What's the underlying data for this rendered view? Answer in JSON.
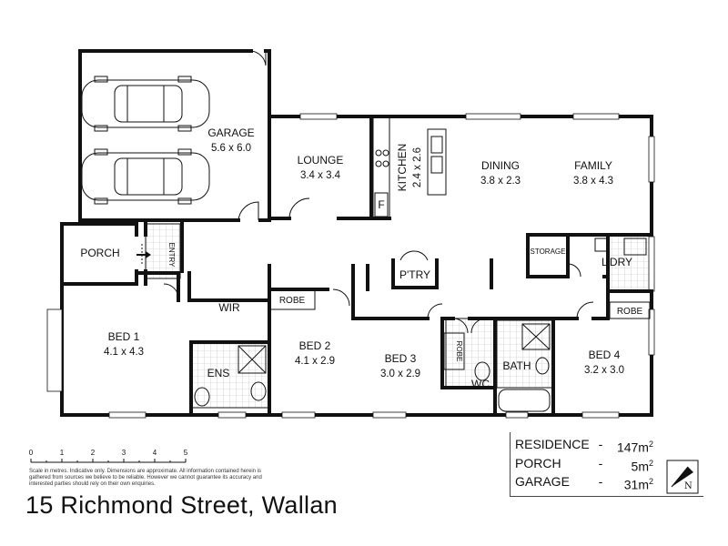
{
  "rooms": {
    "garage": {
      "name": "GARAGE",
      "dims": "5.6 x 6.0"
    },
    "lounge": {
      "name": "LOUNGE",
      "dims": "3.4 x 3.4"
    },
    "kitchen": {
      "name": "KITCHEN",
      "dims": "2.4 x 2.6"
    },
    "dining": {
      "name": "DINING",
      "dims": "3.8 x 2.3"
    },
    "family": {
      "name": "FAMILY",
      "dims": "3.8 x 4.3"
    },
    "porch": {
      "name": "PORCH"
    },
    "entry": {
      "name": "ENTRY"
    },
    "pantry": {
      "name": "P'TRY"
    },
    "storage": {
      "name": "STORAGE"
    },
    "laundry": {
      "name": "L'DRY"
    },
    "robe_main": {
      "name": "ROBE"
    },
    "robe_bed3": {
      "name": "ROBE"
    },
    "robe_bed4": {
      "name": "ROBE"
    },
    "wir": {
      "name": "WIR"
    },
    "bed1": {
      "name": "BED 1",
      "dims": "4.1 x 4.3"
    },
    "ens": {
      "name": "ENS"
    },
    "bed2": {
      "name": "BED 2",
      "dims": "4.1 x 2.9"
    },
    "bed3": {
      "name": "BED 3",
      "dims": "3.0 x 2.9"
    },
    "wc": {
      "name": "WC"
    },
    "bath": {
      "name": "BATH"
    },
    "bed4": {
      "name": "BED 4",
      "dims": "3.2 x 3.0"
    },
    "fridge": {
      "name": "F"
    }
  },
  "scale": {
    "ticks": [
      "0",
      "1",
      "2",
      "3",
      "4",
      "5"
    ]
  },
  "disclaimer": "Scale in metres. Indicative only. Dimensions are approximate. All information contained herein is gathered from sources we believe to be reliable. However we cannot guarantee its accuracy and interested parties should rely on their own enquiries.",
  "areas": [
    {
      "name": "RESIDENCE",
      "dash": "-",
      "value": "147m",
      "unit": "2"
    },
    {
      "name": "PORCH",
      "dash": "-",
      "value": "5m",
      "unit": "2"
    },
    {
      "name": "GARAGE",
      "dash": "-",
      "value": "31m",
      "unit": "2"
    }
  ],
  "address": "15 Richmond Street, Wallan",
  "compass": {
    "label": "N",
    "icon": "north-arrow-icon"
  }
}
